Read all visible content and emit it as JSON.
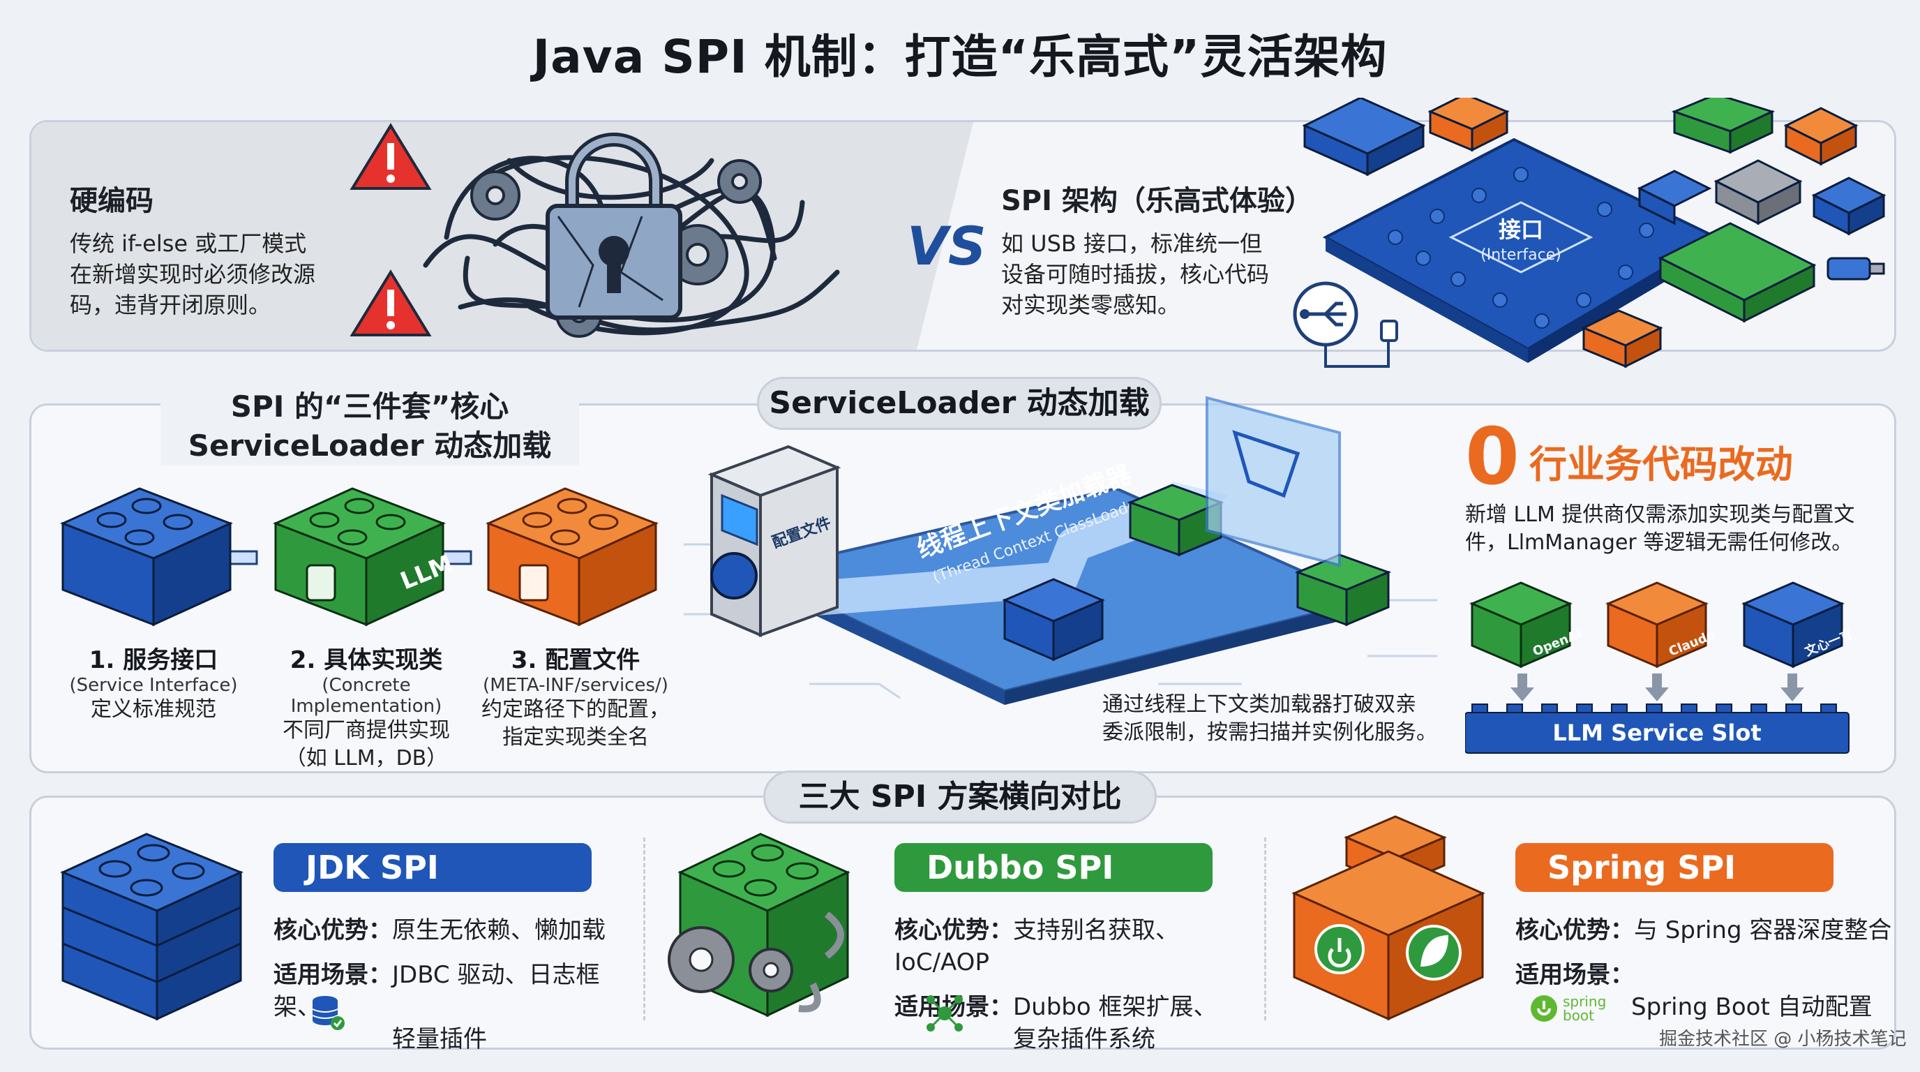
{
  "title": "Java SPI 机制：打造“乐高式”灵活架构",
  "top": {
    "hard": {
      "heading": "硬编码",
      "lines": [
        "传统 if-else 或工厂模式",
        "在新增实现时必须修改源",
        "码，违背开闭原则。"
      ]
    },
    "vs": "VS",
    "spi": {
      "heading": "SPI 架构（乐高式体验）",
      "lines": [
        "如 USB 接口，标准统一但",
        "设备可随时插拔，核心代码",
        "对实现类零感知。"
      ],
      "board_label": "接口",
      "board_sub": "(Interface)"
    }
  },
  "middle": {
    "core_title": [
      "SPI 的“三件套”核心",
      "ServiceLoader 动态加载"
    ],
    "loader_pill": "ServiceLoader 动态加载",
    "stages": [
      {
        "title": "1. 服务接口",
        "sub": "(Service Interface)",
        "desc": [
          "定义标准规范"
        ],
        "color": "#1f56b8"
      },
      {
        "title": "2. 具体实现类",
        "sub": "(Concrete Implementation)",
        "desc": [
          "不同厂商提供实现",
          "（如 LLM，DB）"
        ],
        "color": "#2e9a3d"
      },
      {
        "title": "3. 配置文件",
        "sub": "(META-INF/services/)",
        "desc": [
          "约定路径下的配置，",
          "指定实现类全名"
        ],
        "color": "#ea6a1f"
      }
    ],
    "block_llm": "LLM",
    "machine_label": "配置文件",
    "arrow_label": "线程上下文类加载器",
    "arrow_sub": "(Thread Context ClassLoader)",
    "loader_desc": [
      "通过线程上下文类加载器打破双亲",
      "委派限制，按需扫描并实例化服务。"
    ],
    "zero": {
      "big": "0",
      "text": "行业务代码改动",
      "desc": [
        "新增 LLM 提供商仅需添加实现类与配置文",
        "件，LlmManager 等逻辑无需任何修改。"
      ]
    },
    "providers": [
      {
        "name": "OpenAI",
        "color": "#2e9a3d"
      },
      {
        "name": "Claude",
        "color": "#ea6a1f"
      },
      {
        "name": "文心一言",
        "color": "#1f56b8"
      }
    ],
    "slot": "LLM Service Slot"
  },
  "bottom": {
    "pill": "三大 SPI 方案横向对比",
    "cards": [
      {
        "name": "JDK SPI",
        "color": "#1f56b8",
        "adv_label": "核心优势：",
        "adv": "原生无依赖、懒加载",
        "scene_label": "适用场景：",
        "scene": [
          "JDBC 驱动、日志框架、",
          "轻量插件"
        ]
      },
      {
        "name": "Dubbo SPI",
        "color": "#2e9a3d",
        "adv_label": "核心优势：",
        "adv": "支持别名获取、IoC/AOP",
        "scene_label": "适用场景：",
        "scene": [
          "Dubbo 框架扩展、",
          "复杂插件系统"
        ]
      },
      {
        "name": "Spring SPI",
        "color": "#ea6a1f",
        "adv_label": "核心优势：",
        "adv": "与 Spring 容器深度整合",
        "scene_label": "适用场景：",
        "scene": [
          "",
          "Spring Boot 自动配置"
        ]
      }
    ],
    "spring_boot_logo": [
      "spring",
      "boot"
    ]
  },
  "watermark": "掘金技术社区 @ 小杨技术笔记",
  "colors": {
    "blue": "#1f56b8",
    "green": "#2e9a3d",
    "orange": "#ea6a1f",
    "gray": "#8a8f98",
    "red": "#e5322d"
  }
}
